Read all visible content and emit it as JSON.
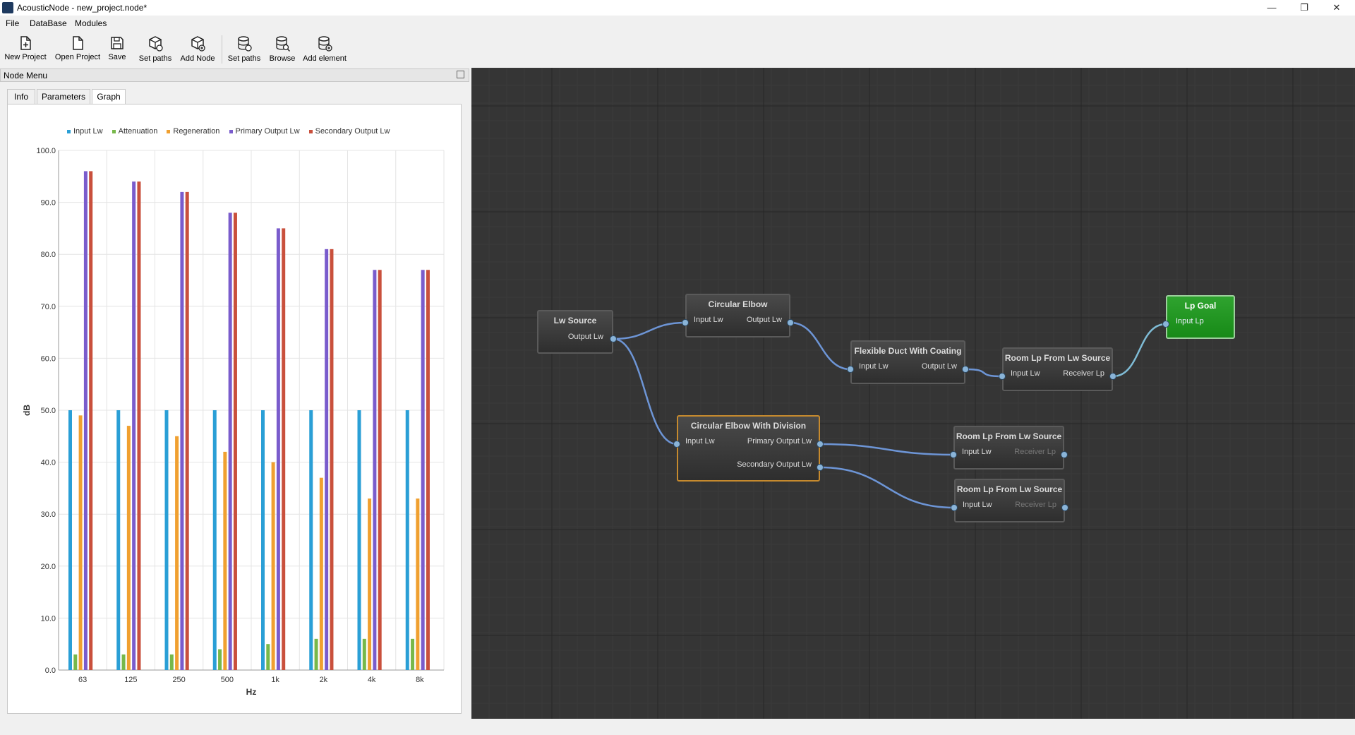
{
  "window": {
    "title": "AcousticNode - new_project.node*",
    "minimize": "—",
    "maximize": "❐",
    "close": "✕"
  },
  "menu": [
    "File",
    "DataBase",
    "Modules"
  ],
  "toolbar": [
    "New Project",
    "Open Project",
    "Save",
    "Set paths",
    "Add Node",
    "Set paths",
    "Browse",
    "Add element"
  ],
  "dock": {
    "title": "Node Menu"
  },
  "tabs": [
    "Info",
    "Parameters",
    "Graph"
  ],
  "active_tab": "Graph",
  "chart_data": {
    "type": "bar",
    "categories": [
      "63",
      "125",
      "250",
      "500",
      "1k",
      "2k",
      "4k",
      "8k"
    ],
    "series": [
      {
        "name": "Input Lw",
        "color": "#2a9fd6",
        "values": [
          50,
          50,
          50,
          50,
          50,
          50,
          50,
          50
        ]
      },
      {
        "name": "Attenuation",
        "color": "#77b84a",
        "values": [
          3,
          3,
          3,
          4,
          5,
          6,
          6,
          6
        ]
      },
      {
        "name": "Regeneration",
        "color": "#f0a030",
        "values": [
          49,
          47,
          45,
          42,
          40,
          37,
          33,
          33
        ]
      },
      {
        "name": "Primary Output Lw",
        "color": "#7a5ccc",
        "values": [
          96,
          94,
          92,
          88,
          85,
          81,
          77,
          77
        ]
      },
      {
        "name": "Secondary Output Lw",
        "color": "#c9503c",
        "values": [
          96,
          94,
          92,
          88,
          85,
          81,
          77,
          77
        ]
      }
    ],
    "xlabel": "Hz",
    "ylabel": "dB",
    "ylim": [
      0,
      100
    ],
    "yticks": [
      "0.0",
      "10.0",
      "20.0",
      "30.0",
      "40.0",
      "50.0",
      "60.0",
      "70.0",
      "80.0",
      "90.0",
      "100.0"
    ],
    "grid": true,
    "legend": "top"
  },
  "nodes": {
    "lw_source": {
      "title": "Lw Source",
      "out": "Output Lw"
    },
    "circular_elbow": {
      "title": "Circular Elbow",
      "in": "Input Lw",
      "out": "Output Lw"
    },
    "flex_duct": {
      "title": "Flexible Duct With Coating",
      "in": "Input Lw",
      "out": "Output Lw"
    },
    "room_lp_1": {
      "title": "Room Lp From Lw Source",
      "in": "Input Lw",
      "out": "Receiver Lp"
    },
    "lp_goal": {
      "title": "Lp Goal",
      "in": "Input Lp"
    },
    "elbow_division": {
      "title": "Circular Elbow With Division",
      "in": "Input Lw",
      "out1": "Primary Output Lw",
      "out2": "Secondary Output Lw"
    },
    "room_lp_2": {
      "title": "Room Lp From Lw Source",
      "in": "Input Lw",
      "out": "Receiver Lp"
    },
    "room_lp_3": {
      "title": "Room Lp From Lw Source",
      "in": "Input Lw",
      "out": "Receiver Lp"
    }
  }
}
